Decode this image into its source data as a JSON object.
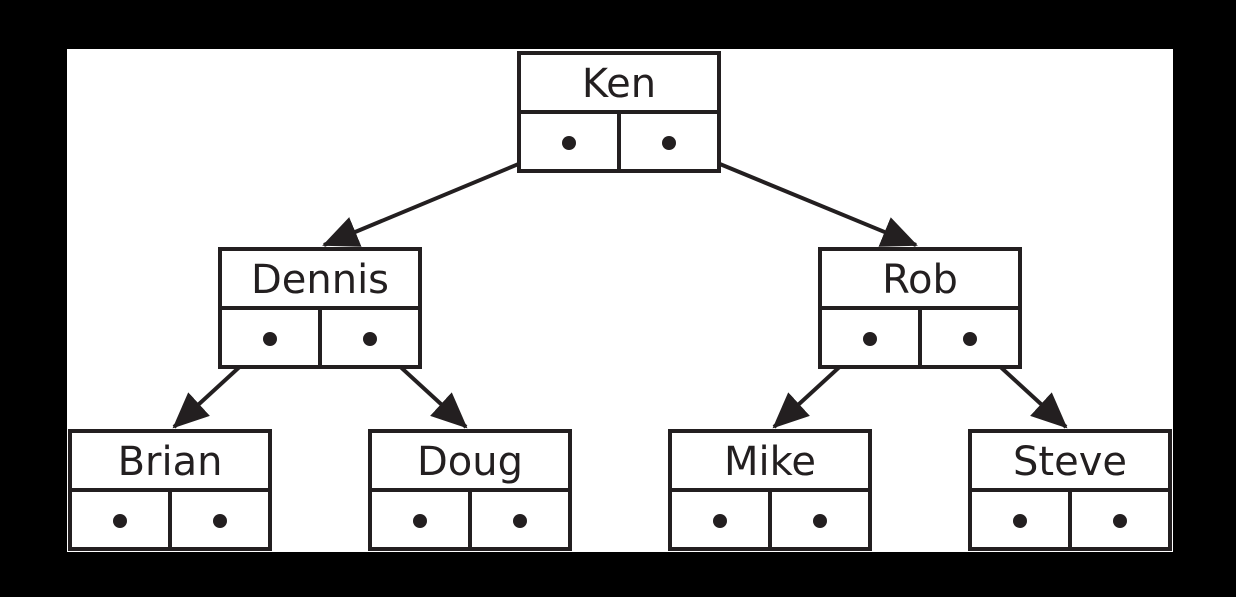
{
  "colors": {
    "frame": "#000000",
    "background": "#ffffff",
    "stroke": "#231f20"
  },
  "tree": {
    "nodes": [
      {
        "id": "ken",
        "label": "Ken",
        "left": "dennis",
        "right": "rob"
      },
      {
        "id": "dennis",
        "label": "Dennis",
        "left": "brian",
        "right": "doug"
      },
      {
        "id": "rob",
        "label": "Rob",
        "left": "mike",
        "right": "steve"
      },
      {
        "id": "brian",
        "label": "Brian",
        "left": null,
        "right": null
      },
      {
        "id": "doug",
        "label": "Doug",
        "left": null,
        "right": null
      },
      {
        "id": "mike",
        "label": "Mike",
        "left": null,
        "right": null
      },
      {
        "id": "steve",
        "label": "Steve",
        "left": null,
        "right": null
      }
    ]
  }
}
